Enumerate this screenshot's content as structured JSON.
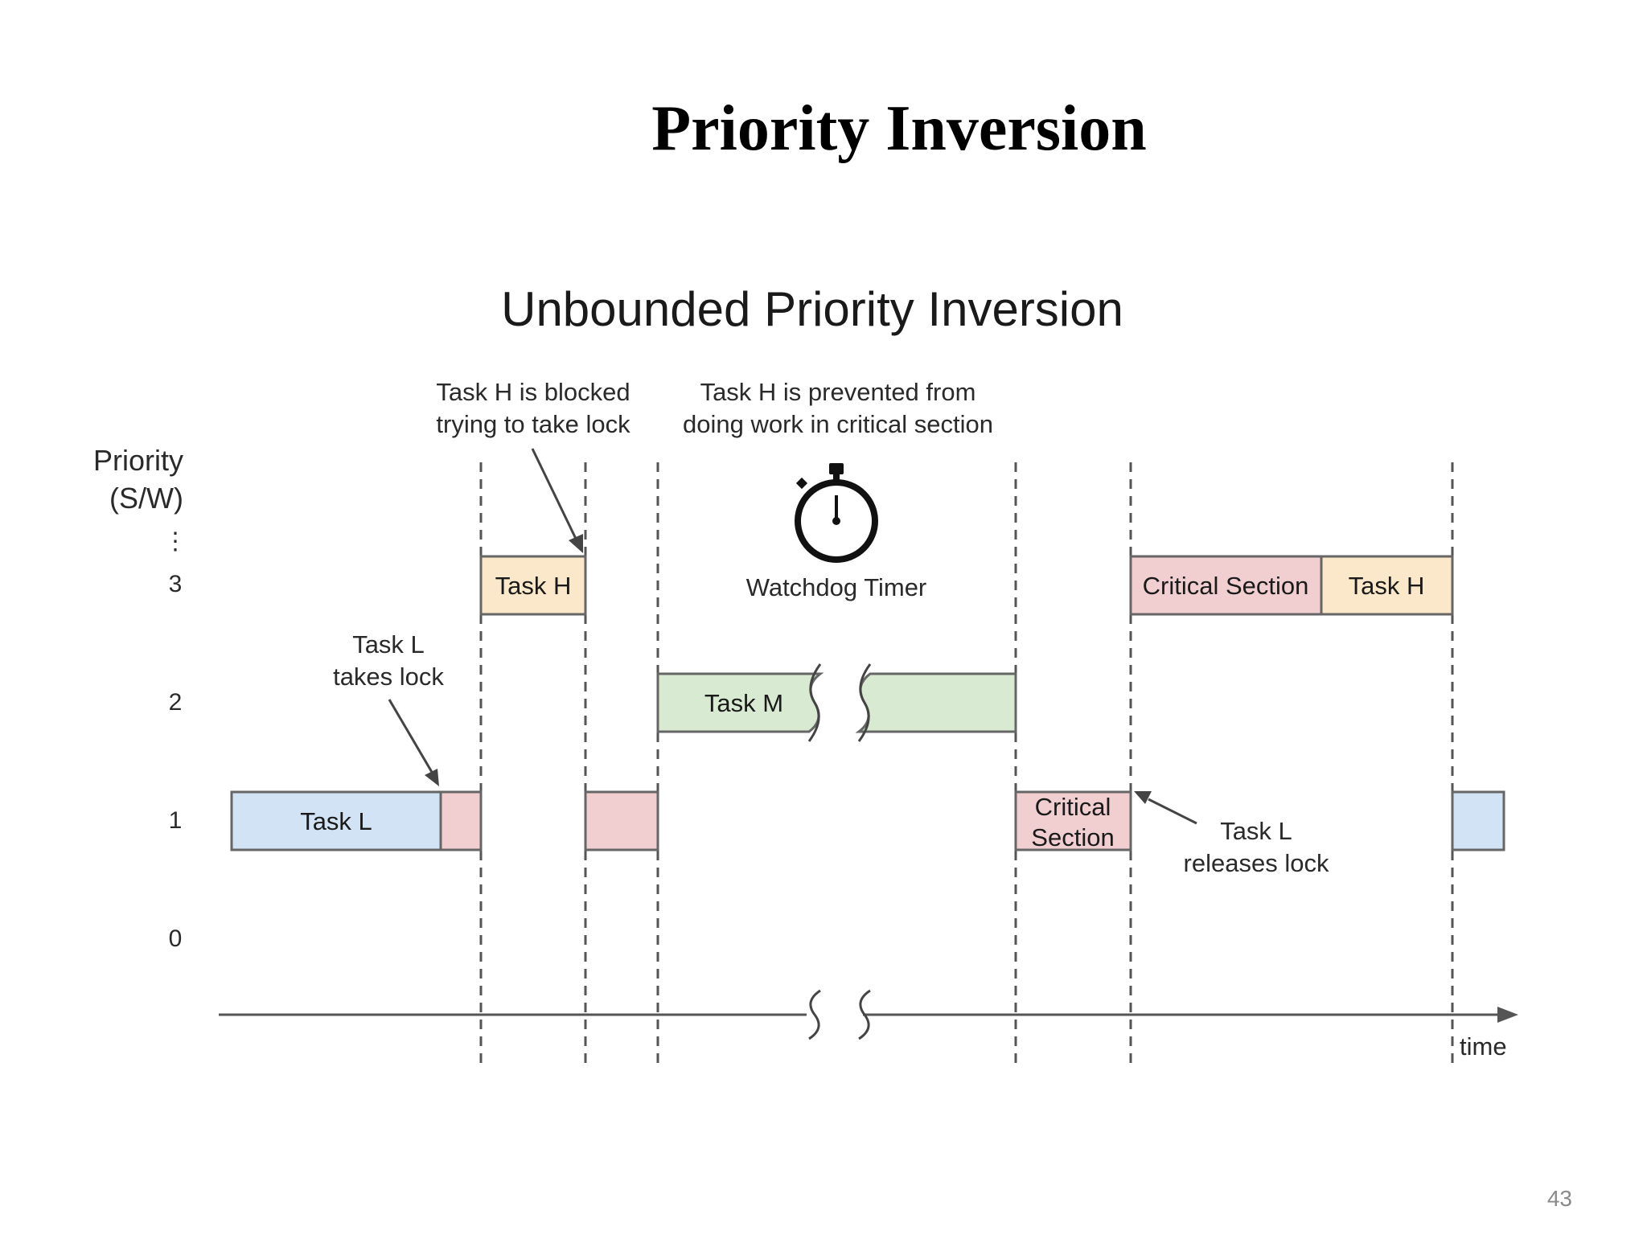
{
  "slide": {
    "title": "Priority Inversion",
    "page_number": "43"
  },
  "diagram": {
    "subtitle": "Unbounded Priority Inversion",
    "y_axis": {
      "label_line1": "Priority",
      "label_line2": "(S/W)",
      "ellipsis": "⋮",
      "ticks": [
        "3",
        "2",
        "1",
        "0"
      ]
    },
    "x_axis_label": "time",
    "annotations": {
      "blocked_line1": "Task H is blocked",
      "blocked_line2": "trying to take lock",
      "prevented_line1": "Task H is prevented from",
      "prevented_line2": "doing work in critical section",
      "takes_lock_line1": "Task L",
      "takes_lock_line2": "takes lock",
      "releases_lock_line1": "Task L",
      "releases_lock_line2": "releases lock",
      "watchdog": "Watchdog Timer"
    },
    "boxes": {
      "task_l": "Task L",
      "task_h_first": "Task H",
      "task_m": "Task M",
      "critical_section_mid_line1": "Critical",
      "critical_section_mid_line2": "Section",
      "critical_section_final": "Critical Section",
      "task_h_final": "Task H"
    },
    "colors": {
      "task_l": "#d3e3f6",
      "critical_section": "#f1cfd1",
      "task_h": "#fbe7c9",
      "task_m": "#d8ead2"
    }
  }
}
